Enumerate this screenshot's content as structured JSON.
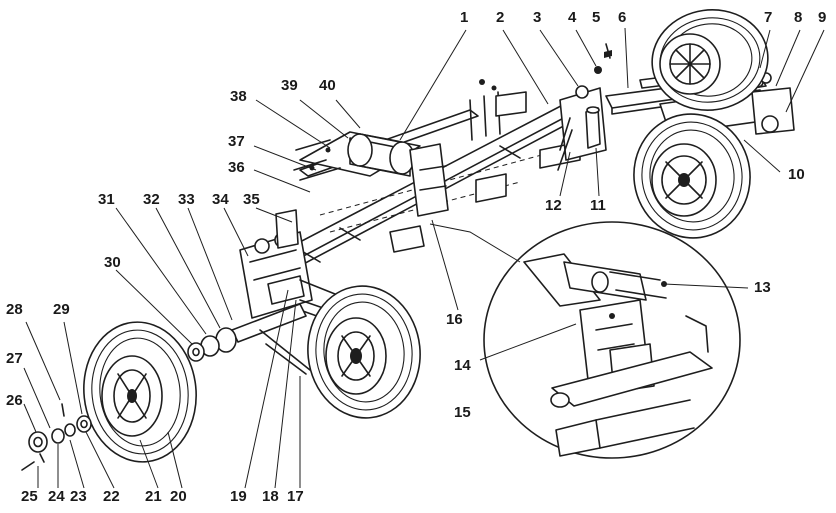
{
  "diagram": {
    "callouts": [
      {
        "id": "1",
        "text": "1"
      },
      {
        "id": "2",
        "text": "2"
      },
      {
        "id": "3",
        "text": "3"
      },
      {
        "id": "4",
        "text": "4"
      },
      {
        "id": "5",
        "text": "5"
      },
      {
        "id": "6",
        "text": "6"
      },
      {
        "id": "7",
        "text": "7"
      },
      {
        "id": "8",
        "text": "8"
      },
      {
        "id": "9",
        "text": "9"
      },
      {
        "id": "10",
        "text": "10"
      },
      {
        "id": "11",
        "text": "11"
      },
      {
        "id": "12",
        "text": "12"
      },
      {
        "id": "13",
        "text": "13"
      },
      {
        "id": "14",
        "text": "14"
      },
      {
        "id": "15",
        "text": "15"
      },
      {
        "id": "16",
        "text": "16"
      },
      {
        "id": "17",
        "text": "17"
      },
      {
        "id": "18",
        "text": "18"
      },
      {
        "id": "19",
        "text": "19"
      },
      {
        "id": "20",
        "text": "20"
      },
      {
        "id": "21",
        "text": "21"
      },
      {
        "id": "22",
        "text": "22"
      },
      {
        "id": "23",
        "text": "23"
      },
      {
        "id": "24",
        "text": "24"
      },
      {
        "id": "25",
        "text": "25"
      },
      {
        "id": "26",
        "text": "26"
      },
      {
        "id": "27",
        "text": "27"
      },
      {
        "id": "28",
        "text": "28"
      },
      {
        "id": "29",
        "text": "29"
      },
      {
        "id": "30",
        "text": "30"
      },
      {
        "id": "31",
        "text": "31"
      },
      {
        "id": "32",
        "text": "32"
      },
      {
        "id": "33",
        "text": "33"
      },
      {
        "id": "34",
        "text": "34"
      },
      {
        "id": "35",
        "text": "35"
      },
      {
        "id": "36",
        "text": "36"
      },
      {
        "id": "37",
        "text": "37"
      },
      {
        "id": "38",
        "text": "38"
      },
      {
        "id": "39",
        "text": "39"
      },
      {
        "id": "40",
        "text": "40"
      }
    ],
    "colors": {
      "ink": "#1e1e1e",
      "paper": "#ffffff"
    }
  }
}
